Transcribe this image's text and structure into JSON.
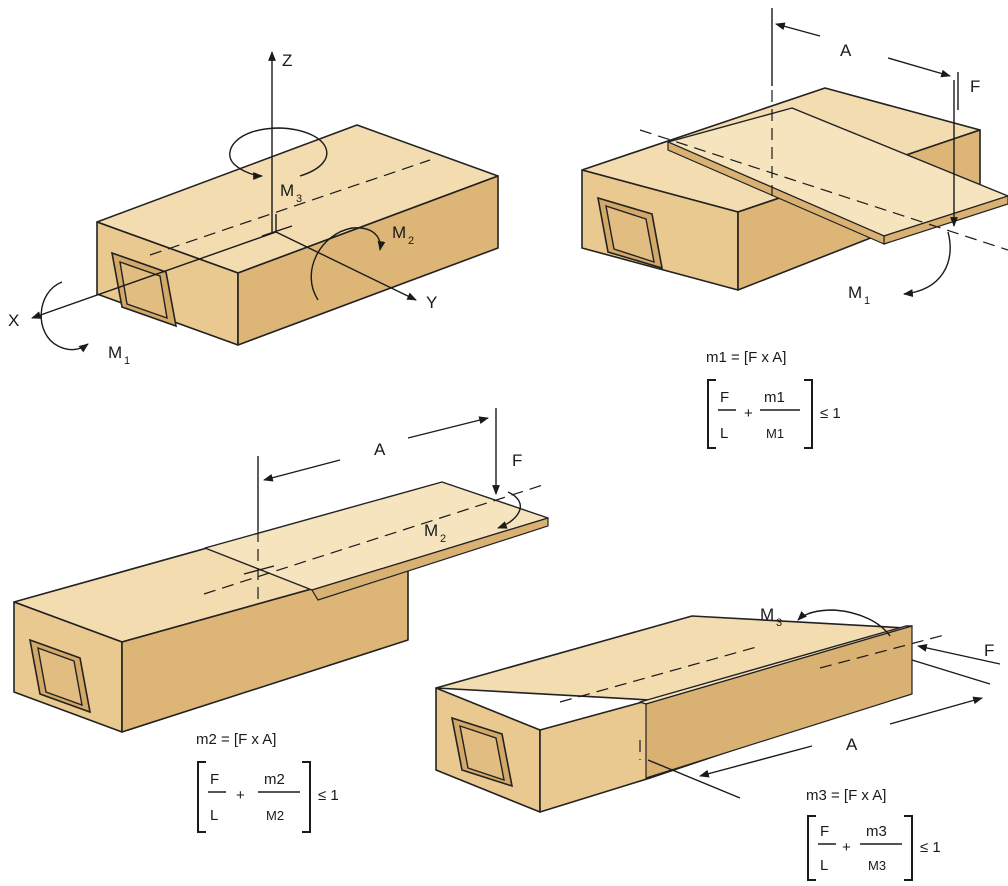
{
  "labels": {
    "axis_z": "Z",
    "axis_x": "X",
    "axis_y": "Y",
    "m": "M",
    "sub_1": "1",
    "sub_2": "2",
    "sub_3": "3",
    "f": "F",
    "a": "A",
    "l": "L"
  },
  "formulas": {
    "m1_def": "m1 = [F x A]",
    "m2_def": "m2 = [F x A]",
    "m3_def": "m3 = [F x A]",
    "m1_num": "m1",
    "m2_num": "m2",
    "m3_num": "m3",
    "m1_den": "M1",
    "m2_den": "M2",
    "m3_den": "M3",
    "plus": "+",
    "leq_one": "≤ 1"
  }
}
